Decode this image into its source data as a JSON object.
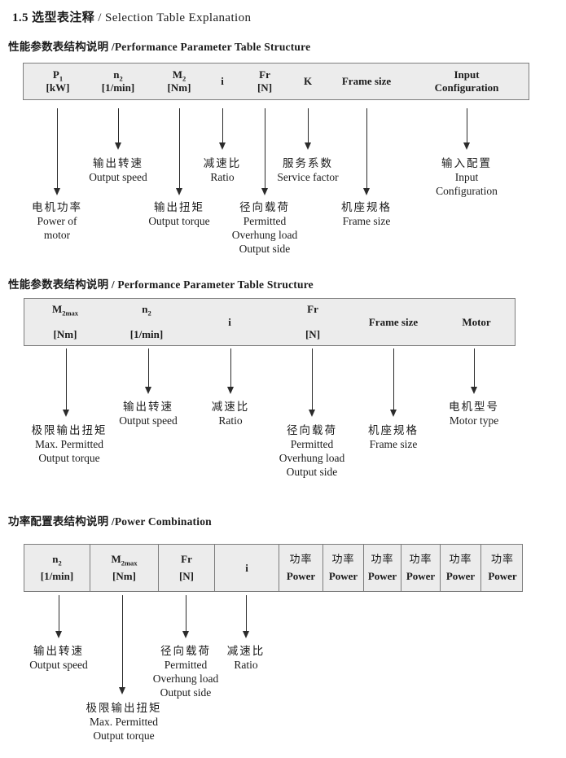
{
  "title": {
    "zh": "1.5 选型表注释",
    "en": " /  Selection Table Explanation"
  },
  "sections": [
    {
      "heading": "性能参数表结构说明 /Performance Parameter Table Structure",
      "columns": [
        {
          "l1": "P",
          "sub": "1",
          "l2": "[kW]"
        },
        {
          "l1": "n",
          "sub": "2",
          "l2": "[1/min]"
        },
        {
          "l1": "M",
          "sub": "2",
          "l2": "[Nm]"
        },
        {
          "l1": "i",
          "sub": "",
          "l2": ""
        },
        {
          "l1": "Fr",
          "sub": "",
          "l2": "[N]"
        },
        {
          "l1": "K",
          "sub": "",
          "l2": ""
        },
        {
          "l1": "Frame size",
          "sub": "",
          "l2": ""
        },
        {
          "l1": "Input",
          "sub": "",
          "l2": "Configuration"
        }
      ],
      "callouts": [
        {
          "zh": "电机功率",
          "en": "Power of\nmotor"
        },
        {
          "zh": "输出转速",
          "en": "Output speed"
        },
        {
          "zh": "输出扭矩",
          "en": "Output torque"
        },
        {
          "zh": "减速比",
          "en": "Ratio"
        },
        {
          "zh": "径向载荷",
          "en": "Permitted\nOverhung load\nOutput side"
        },
        {
          "zh": "服务系数",
          "en": "Service factor"
        },
        {
          "zh": "机座规格",
          "en": "Frame size"
        },
        {
          "zh": "输入配置",
          "en": "Input\nConfiguration"
        }
      ]
    },
    {
      "heading": "性能参数表结构说明 / Performance Parameter Table Structure",
      "columns": [
        {
          "l1": "M",
          "sub": "2max",
          "l2": "[Nm]"
        },
        {
          "l1": "n",
          "sub": "2",
          "l2": "[1/min]"
        },
        {
          "l1": "i",
          "sub": "",
          "l2": ""
        },
        {
          "l1": "Fr",
          "sub": "",
          "l2": "[N]"
        },
        {
          "l1": "Frame size",
          "sub": "",
          "l2": ""
        },
        {
          "l1": "Motor",
          "sub": "",
          "l2": ""
        }
      ],
      "callouts": [
        {
          "zh": "极限输出扭矩",
          "en": "Max. Permitted\nOutput torque"
        },
        {
          "zh": "输出转速",
          "en": "Output speed"
        },
        {
          "zh": "减速比",
          "en": "Ratio"
        },
        {
          "zh": "径向载荷",
          "en": "Permitted\nOverhung load\nOutput side"
        },
        {
          "zh": "机座规格",
          "en": "Frame size"
        },
        {
          "zh": "电机型号",
          "en": "Motor type"
        }
      ]
    },
    {
      "heading": "功率配置表结构说明 /Power Combination",
      "columns": [
        {
          "l1": "n",
          "sub": "2",
          "l2": "[1/min]"
        },
        {
          "l1": "M",
          "sub": "2max",
          "l2": "[Nm]"
        },
        {
          "l1": "Fr",
          "sub": "",
          "l2": "[N]"
        },
        {
          "l1": "i",
          "sub": "",
          "l2": ""
        },
        {
          "l1": "功率",
          "sub": "",
          "l2": "Power"
        },
        {
          "l1": "功率",
          "sub": "",
          "l2": "Power"
        },
        {
          "l1": "功率",
          "sub": "",
          "l2": "Power"
        },
        {
          "l1": "功率",
          "sub": "",
          "l2": "Power"
        },
        {
          "l1": "功率",
          "sub": "",
          "l2": "Power"
        },
        {
          "l1": "功率",
          "sub": "",
          "l2": "Power"
        }
      ],
      "callouts": [
        {
          "zh": "输出转速",
          "en": "Output speed"
        },
        {
          "zh": "极限输出扭矩",
          "en": "Max. Permitted\nOutput torque"
        },
        {
          "zh": "径向载荷",
          "en": "Permitted\nOverhung load\nOutput side"
        },
        {
          "zh": "减速比",
          "en": "Ratio"
        }
      ]
    }
  ]
}
